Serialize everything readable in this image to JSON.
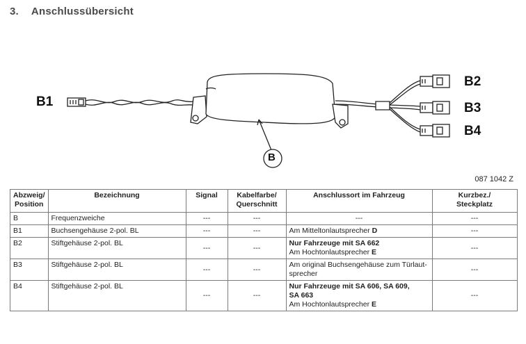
{
  "heading": {
    "number": "3.",
    "title": "Anschlussübersicht"
  },
  "diagram": {
    "label_b1": "B1",
    "label_b2": "B2",
    "label_b3": "B3",
    "label_b4": "B4",
    "label_b": "B",
    "figure_code": "087 1042 Z"
  },
  "table": {
    "headers": {
      "col1": [
        "Abzweig/",
        "Position"
      ],
      "col2": "Bezeichnung",
      "col3": "Signal",
      "col4": [
        "Kabelfarbe/",
        "Querschnitt"
      ],
      "col5": "Anschlussort im Fahrzeug",
      "col6": [
        "Kurzbez./",
        "Steckplatz"
      ]
    },
    "rows": [
      {
        "pos": "B",
        "name": "Frequenzweiche",
        "signal": "---",
        "cable": "---",
        "place_line1": "---",
        "place_line2": "",
        "short": "---"
      },
      {
        "pos": "B1",
        "name": "Buchsengehäuse 2-pol. BL",
        "signal": "---",
        "cable": "---",
        "place_prefix": "Am Mitteltonlautsprecher ",
        "place_bold": "D",
        "short": "---"
      },
      {
        "pos": "B2",
        "name": "Stiftgehäuse 2-pol. BL",
        "signal": "---",
        "cable": "---",
        "place_bold_line": "Nur Fahrzeuge mit SA 662",
        "place_prefix": "Am Hochtonlautsprecher ",
        "place_bold": "E",
        "short": "---"
      },
      {
        "pos": "B3",
        "name": "Stiftgehäuse 2-pol. BL",
        "signal": "---",
        "cable": "---",
        "place_line1": "Am original Buchsengehäuse zum Türlaut-",
        "place_line2": "sprecher",
        "short": "---"
      },
      {
        "pos": "B4",
        "name": "Stiftgehäuse 2-pol. BL",
        "signal": "---",
        "cable": "---",
        "place_bold_line1": "Nur Fahrzeuge mit SA 606, SA 609,",
        "place_bold_line2": "SA 663",
        "place_prefix": "Am Hochtonlautsprecher ",
        "place_bold": "E",
        "short": "---"
      }
    ]
  }
}
